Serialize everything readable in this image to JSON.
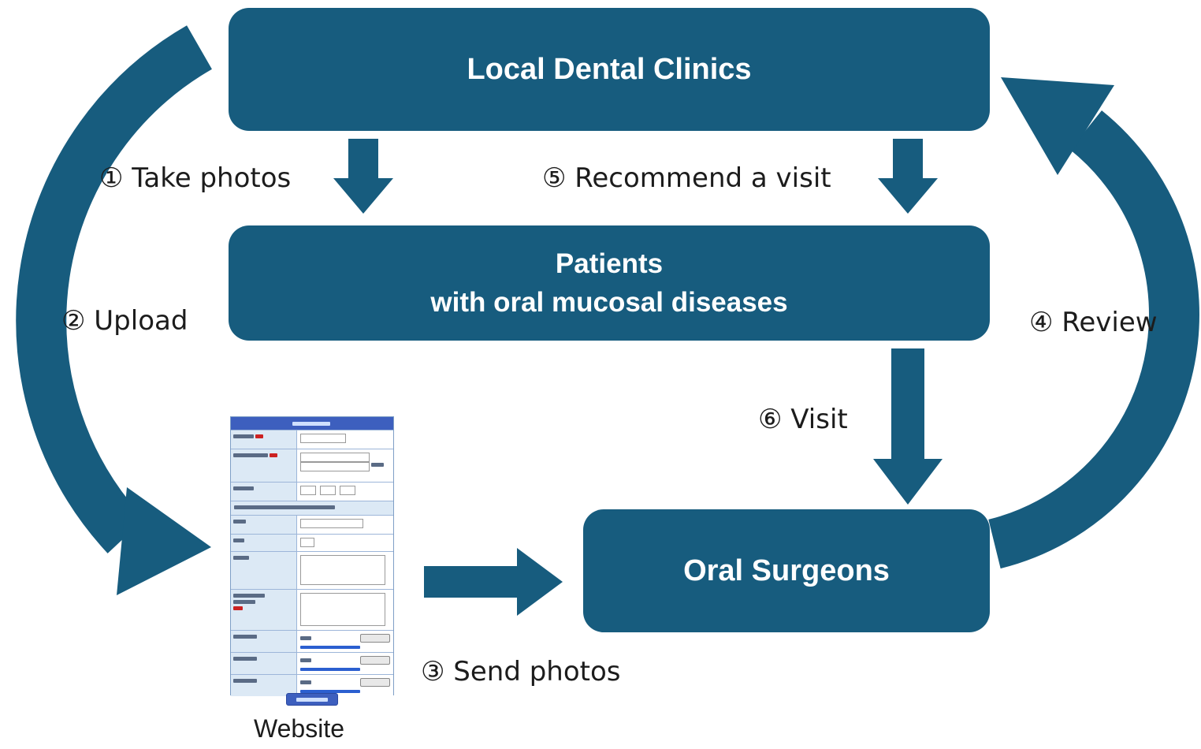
{
  "colors": {
    "primary_teal": "#175C7E",
    "form_header_blue": "#3D5FBE",
    "link_blue": "#2B5FD0",
    "required_red": "#CC2222"
  },
  "nodes": {
    "clinics": {
      "label": "Local Dental Clinics"
    },
    "patients": {
      "line1": "Patients",
      "line2": "with oral mucosal diseases"
    },
    "surgeons": {
      "label": "Oral Surgeons"
    }
  },
  "steps": {
    "take_photos": "① Take photos",
    "upload": "② Upload",
    "send_photos": "③ Send photos",
    "review": "④ Review",
    "recommend_visit": "⑤ Recommend a visit",
    "visit": "⑥ Visit"
  },
  "website": {
    "caption": "Website"
  }
}
